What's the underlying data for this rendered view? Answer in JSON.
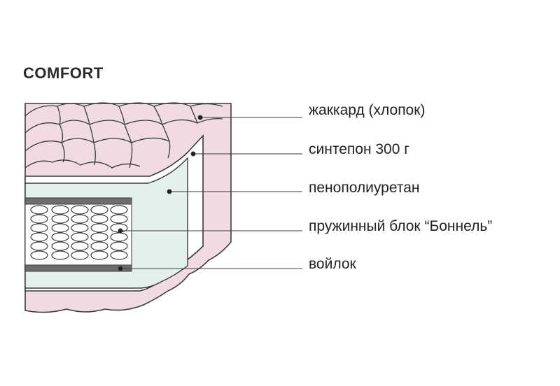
{
  "title": "COMFORT",
  "colors": {
    "cover": "#f1dbe2",
    "foam": "#e4f0ea",
    "felt": "#6e6e6e",
    "outline": "#3a3a3a"
  },
  "layers": [
    {
      "label": "жаккард (хлопок)"
    },
    {
      "label": "синтепон 300 г"
    },
    {
      "label": "пенополиуретан"
    },
    {
      "label": "пружинный блок “Боннель”"
    },
    {
      "label": "войлок"
    }
  ]
}
